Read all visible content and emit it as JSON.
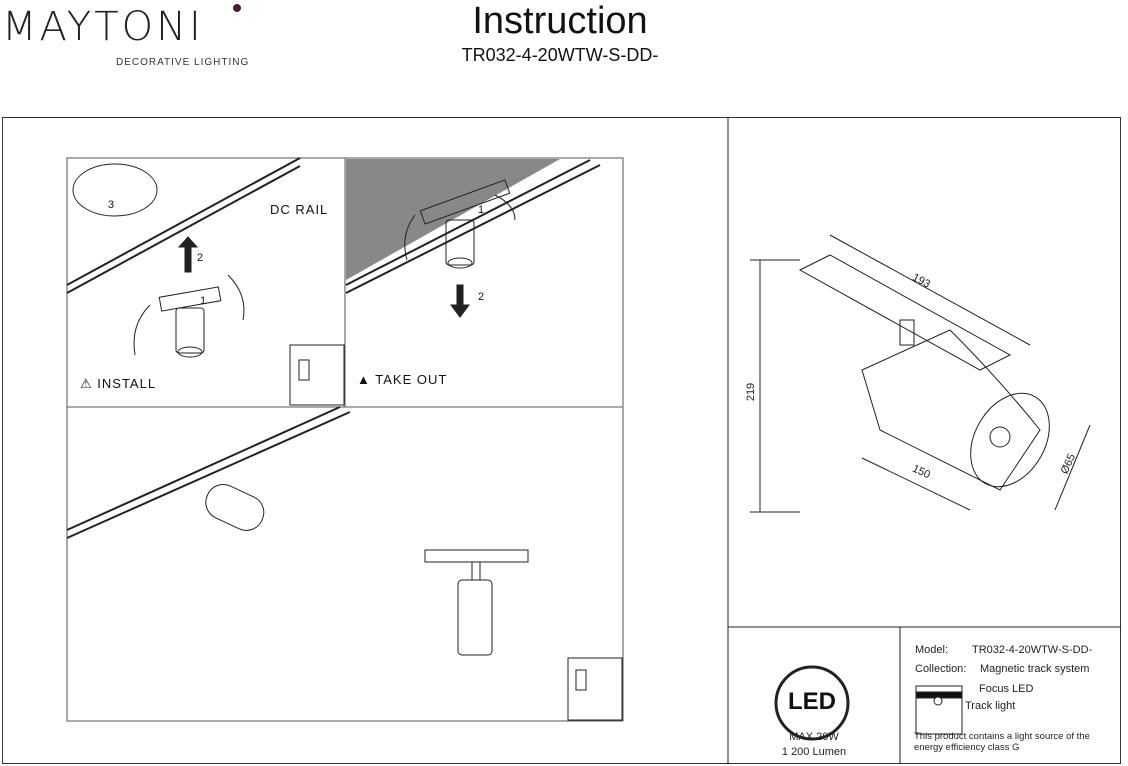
{
  "header": {
    "brand": "MAYTONI",
    "brand_tagline": "DECORATIVE LIGHTING",
    "title": "Instruction",
    "model_code": "TR032-4-20WTW-S-DD-"
  },
  "steps": {
    "rail_label": "DC RAIL",
    "install_label": "INSTALL",
    "takeout_label": "TAKE OUT",
    "step1": "1",
    "step2": "2",
    "step3": "3"
  },
  "dimensions": {
    "length": "193",
    "height": "219",
    "body": "150",
    "diameter": "Ø65"
  },
  "led_badge": {
    "label": "LED",
    "power": "MAX 20W",
    "lumen": "1 200 Lumen"
  },
  "spec": {
    "model_label": "Model:",
    "model_value": "TR032-4-20WTW-S-DD-",
    "collection_label": "Collection:",
    "collection_value": "Magnetic track system",
    "type1": "Focus LED",
    "type2": "Track light",
    "energy_note": "This product contains a light source of the energy efficiency class G"
  }
}
